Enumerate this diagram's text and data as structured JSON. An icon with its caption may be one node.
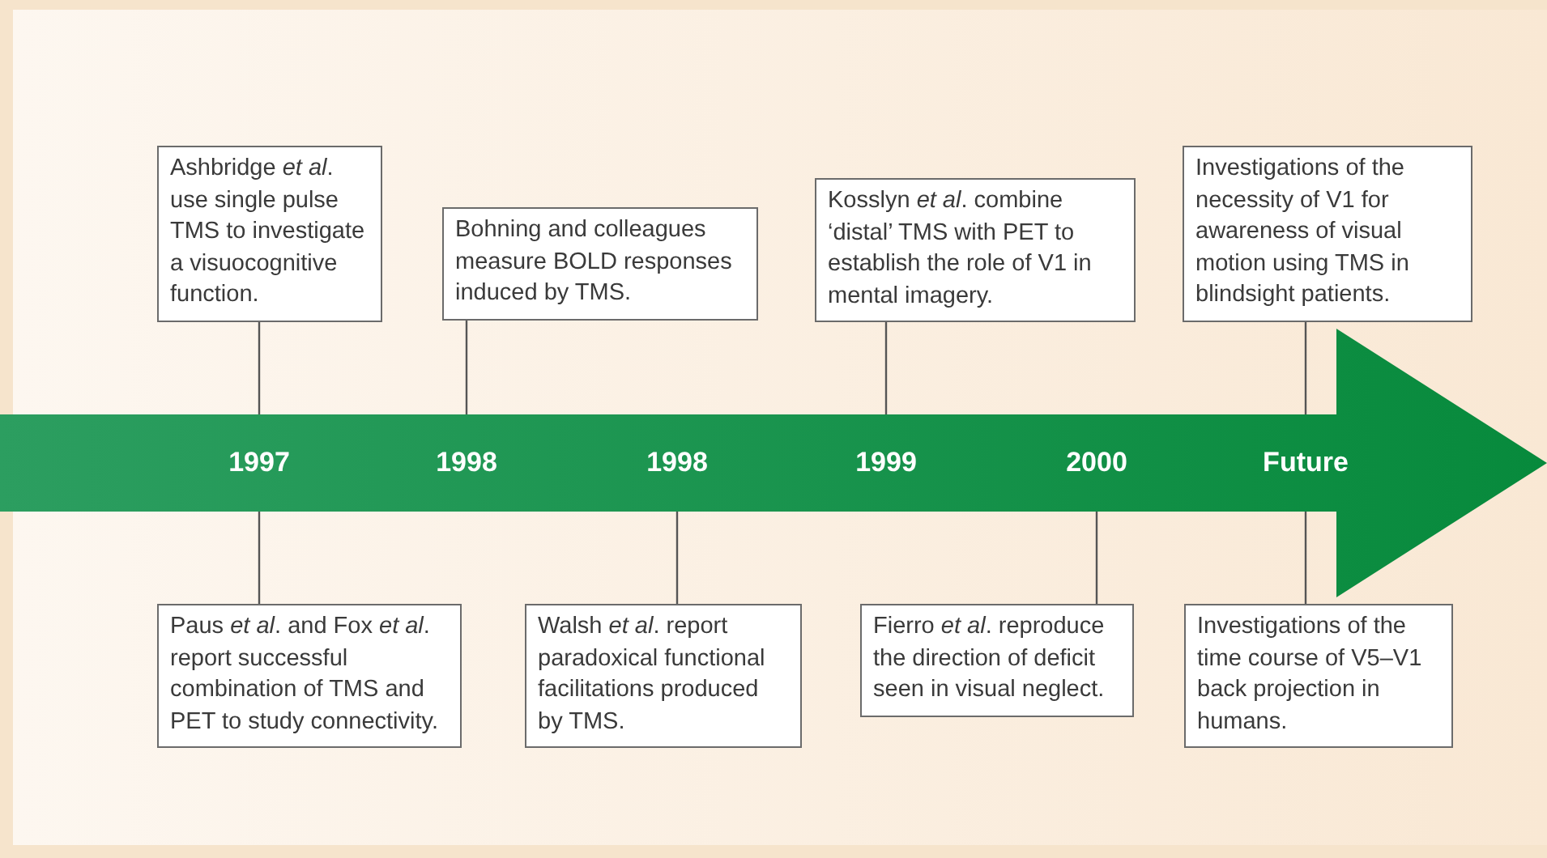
{
  "diagram": {
    "nodes": [
      {
        "text": [
          "Ashbridge *et al*. use single pulse TMS to investigate a visuocognitive function."
        ]
      },
      {
        "text": [
          "Bohning and colleagues measure BOLD responses induced by TMS."
        ]
      },
      {
        "text": [
          "Kosslyn *et al*. combine ‘distal’ TMS with PET to establish the role of V1 in mental imagery."
        ]
      },
      {
        "text": [
          "Investigations of the necessity of V1 for awareness of visual motion using TMS in blindsight patients."
        ]
      },
      {
        "text": [],
        "shape": "arrow"
      },
      {
        "text": [
          "1997"
        ],
        "in": 4
      },
      {
        "text": [
          "1998"
        ],
        "in": 4
      },
      {
        "text": [
          "1998"
        ],
        "in": 4
      },
      {
        "text": [
          "1999"
        ],
        "in": 4
      },
      {
        "text": [
          "2000"
        ],
        "in": 4
      },
      {
        "text": [
          "Future"
        ],
        "in": 4
      },
      {
        "text": [
          "Paus *et al*. and Fox *et al*. report successful combination of TMS and PET to study connectivity."
        ]
      },
      {
        "text": [
          "Walsh *et al*. report paradoxical functional facilitations produced by TMS."
        ]
      },
      {
        "text": [
          "Fierro *et al*. reproduce the direction of deficit seen in visual neglect."
        ]
      },
      {
        "text": [
          "Investigations of the time course of V5–V1 back projection in humans."
        ]
      }
    ],
    "edges": [
      {
        "from": 0,
        "to": 5,
        "arrow": "none"
      },
      {
        "from": 1,
        "to": 6,
        "arrow": "none"
      },
      {
        "from": 2,
        "to": 8,
        "arrow": "none"
      },
      {
        "from": 3,
        "to": 10,
        "arrow": "none"
      },
      {
        "from": 11,
        "to": 5,
        "arrow": "none"
      },
      {
        "from": 12,
        "to": 7,
        "arrow": "none"
      },
      {
        "from": 13,
        "to": 9,
        "arrow": "none"
      },
      {
        "from": 14,
        "to": 10,
        "arrow": "none"
      }
    ]
  }
}
